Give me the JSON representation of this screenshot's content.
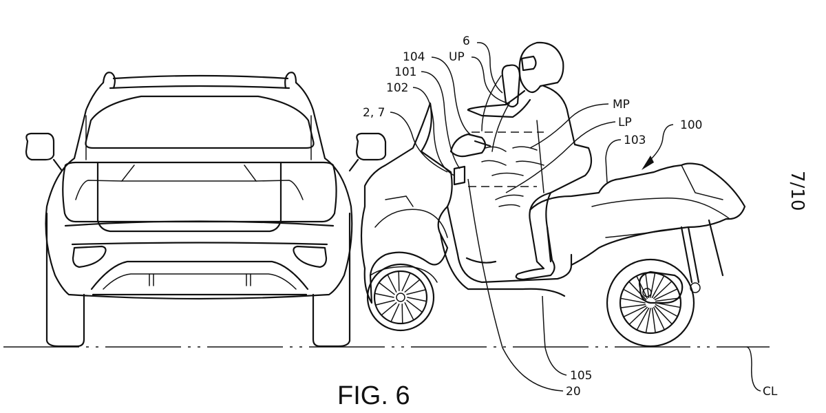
{
  "figure": {
    "title": "FIG. 6",
    "sheet_number": "7/10"
  },
  "reference_labels": {
    "rider_upper": "6",
    "upper_portion": "UP",
    "ref_104": "104",
    "ref_101": "101",
    "ref_102": "102",
    "ref_2_7": "2, 7",
    "middle_portion": "MP",
    "lower_portion": "LP",
    "ref_103": "103",
    "vehicle": "100",
    "ref_105": "105",
    "ref_20": "20",
    "center_line": "CL"
  },
  "components": {
    "left_object": "car-rear-view",
    "right_object": "three-wheel-scooter-with-rider-and-airbag"
  }
}
